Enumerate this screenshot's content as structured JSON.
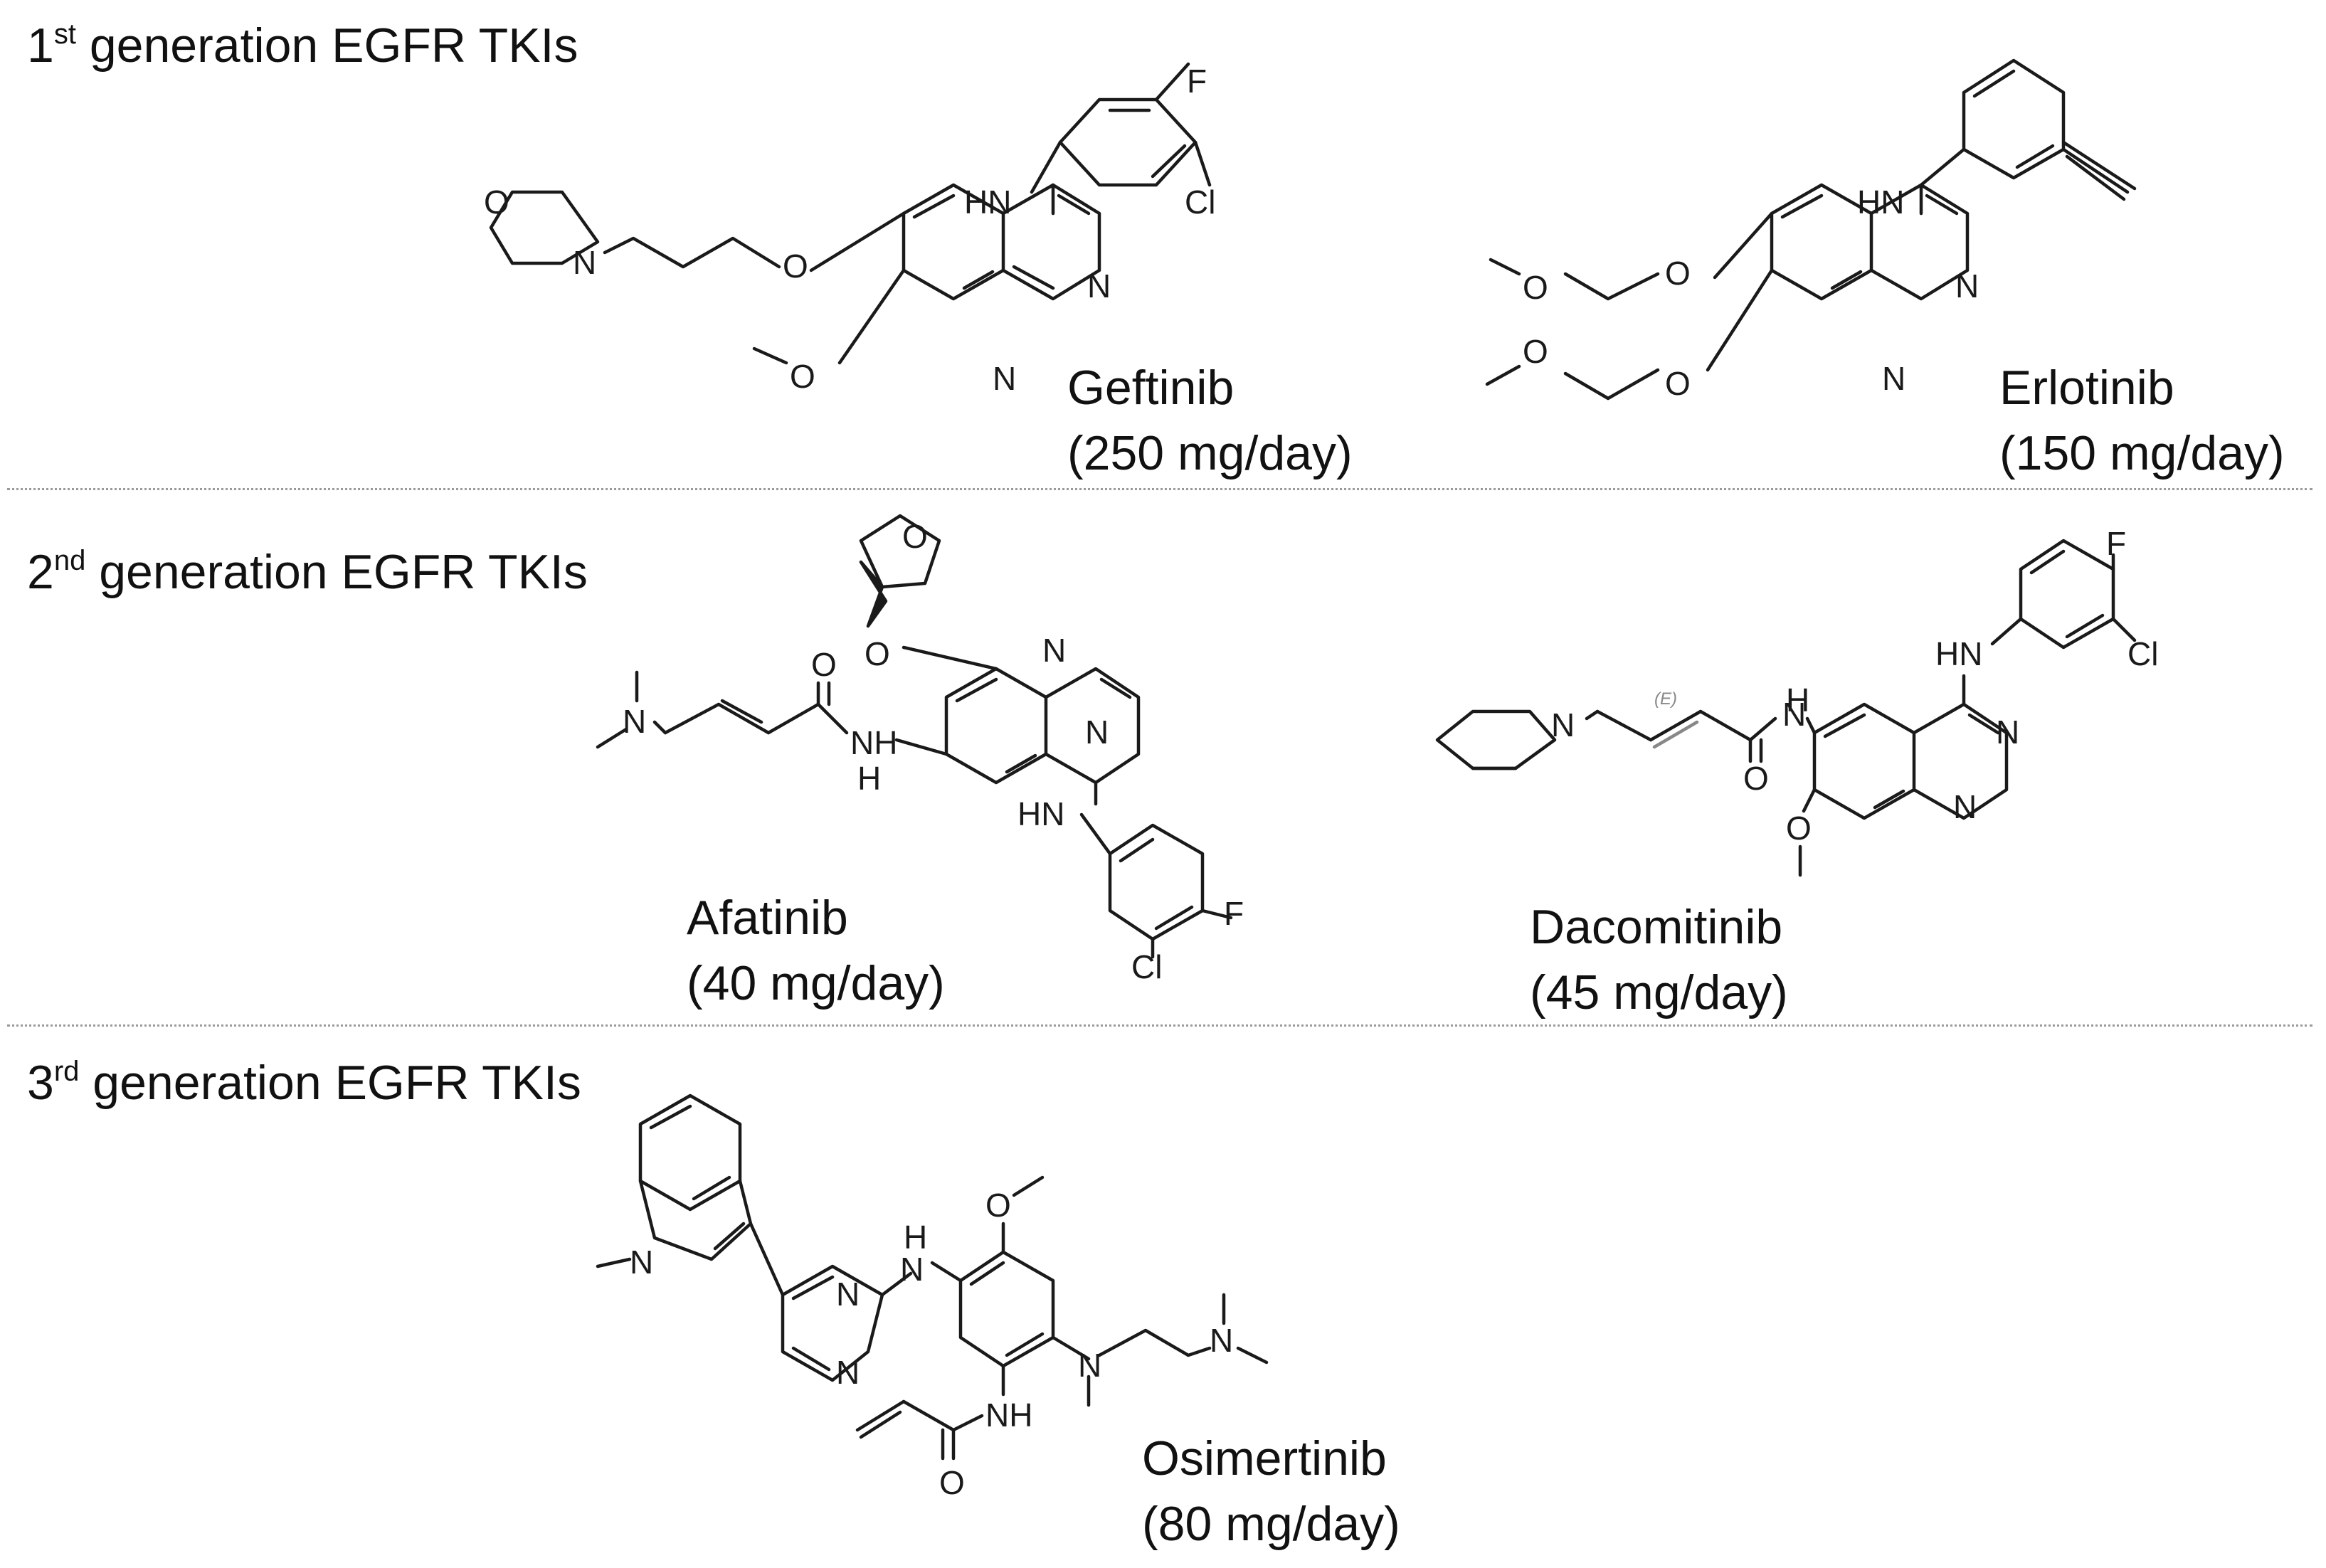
{
  "sections": [
    {
      "ordinal": "1",
      "suffix": "st",
      "label": " generation EGFR TKIs"
    },
    {
      "ordinal": "2",
      "suffix": "nd",
      "label": " generation EGFR TKIs"
    },
    {
      "ordinal": "3",
      "suffix": "rd",
      "label": " generation EGFR TKIs"
    }
  ],
  "drugs": [
    {
      "name": "Geftinib",
      "dose": "(250 mg/day)"
    },
    {
      "name": "Erlotinib",
      "dose": "(150 mg/day)"
    },
    {
      "name": "Afatinib",
      "dose": "(40 mg/day)"
    },
    {
      "name": "Dacomitinib",
      "dose": "(45 mg/day)"
    },
    {
      "name": "Osimertinib",
      "dose": "(80 mg/day)"
    }
  ],
  "atoms": {
    "O": "O",
    "N": "N",
    "F": "F",
    "Cl": "Cl",
    "HN": "HN",
    "NH": "NH",
    "H": "H",
    "E": "(E)"
  }
}
